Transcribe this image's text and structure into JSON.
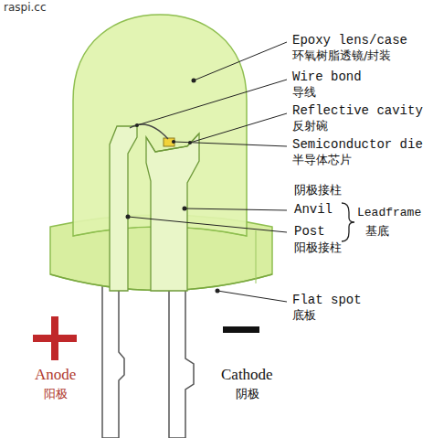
{
  "diagram": {
    "labels": [
      "raspi.cc",
      "Epoxy lens/case",
      "环氧树脂透镜/封装",
      "Wire bond",
      "导线",
      "Reflective cavity",
      "反射碗",
      "Semiconductor die",
      "半导体芯片",
      "阴极接柱",
      "Anvil",
      "Post",
      "阳极接柱",
      "Leadframe",
      "基底",
      "Flat spot",
      "底板",
      "Anode",
      "阳极",
      "Cathode",
      "阴极"
    ]
  }
}
